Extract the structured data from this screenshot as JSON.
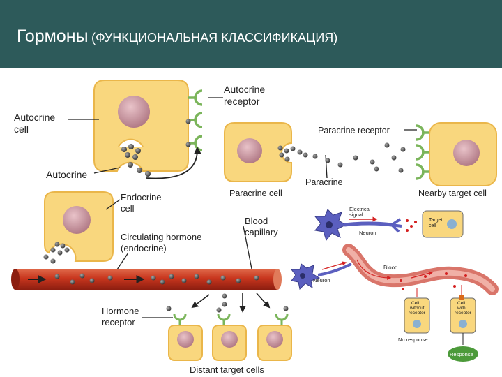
{
  "title": {
    "main": "Гормоны",
    "sub": "(ФУНКЦИОНАЛЬНАЯ КЛАССИФИКАЦИЯ)"
  },
  "colors": {
    "header_bg": "#2d5a5a",
    "cell_fill": "#f9d77e",
    "cell_stroke": "#eab64a",
    "nucleus": "#c7949f",
    "receptor": "#7bb55b",
    "vessel": "#c23a22",
    "hormone_dot": "#555555"
  },
  "labels": {
    "autocrine_receptor": [
      "Autocrine",
      "receptor"
    ],
    "autocrine_cell": [
      "Autocrine",
      "cell"
    ],
    "autocrine": "Autocrine",
    "paracrine_receptor": "Paracrine receptor",
    "paracrine_cell": "Paracrine cell",
    "paracrine": "Paracrine",
    "nearby_target_cell": "Nearby target cell",
    "endocrine_cell": [
      "Endocrine",
      "cell"
    ],
    "circulating_hormone": [
      "Circulating hormone",
      "(endocrine)"
    ],
    "blood_capillary": [
      "Blood",
      "capillary"
    ],
    "hormone_receptor": [
      "Hormone",
      "receptor"
    ],
    "distant_target_cells": "Distant target cells"
  },
  "inset": {
    "electrical_signal": [
      "Electrical",
      "signal"
    ],
    "neuron_top": "Neuron",
    "target_cell": [
      "Target",
      "cell"
    ],
    "neuron_bottom": "Neuron",
    "blood": "Blood",
    "cell_without_receptor": [
      "Cell",
      "without",
      "receptor"
    ],
    "cell_with_receptor": [
      "Cell",
      "with",
      "receptor"
    ],
    "no_response": "No response",
    "response": "Response"
  }
}
